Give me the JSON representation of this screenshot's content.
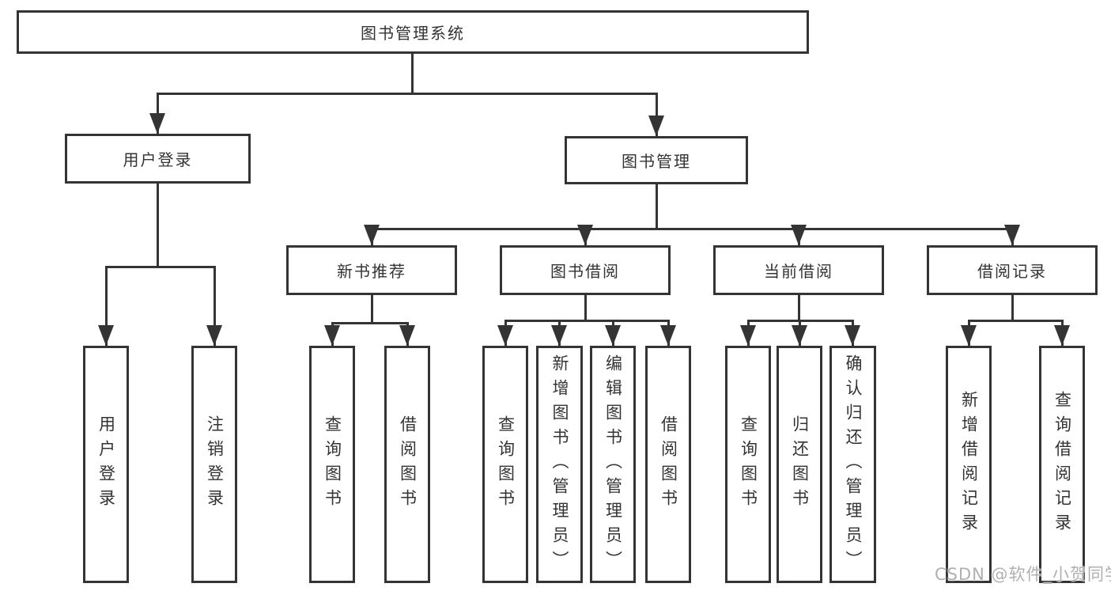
{
  "diagram": {
    "title": "图书管理系统",
    "branches": [
      {
        "label": "用户登录",
        "children": [
          {
            "label": "用户登录"
          },
          {
            "label": "注销登录"
          }
        ]
      },
      {
        "label": "图书管理",
        "children": [
          {
            "label": "新书推荐",
            "children": [
              {
                "label": "查询图书"
              },
              {
                "label": "借阅图书"
              }
            ]
          },
          {
            "label": "图书借阅",
            "children": [
              {
                "label": "查询图书"
              },
              {
                "label": "新增图书（管理员）"
              },
              {
                "label": "编辑图书（管理员）"
              },
              {
                "label": "借阅图书"
              }
            ]
          },
          {
            "label": "当前借阅",
            "children": [
              {
                "label": "查询图书"
              },
              {
                "label": "归还图书"
              },
              {
                "label": "确认归还（管理员）"
              }
            ]
          },
          {
            "label": "借阅记录",
            "children": [
              {
                "label": "新增借阅记录"
              },
              {
                "label": "查询借阅记录"
              }
            ]
          }
        ]
      }
    ]
  },
  "watermark": {
    "text": "CSDN @软件_小贺同学"
  },
  "colors": {
    "line": "#343434",
    "text": "#333333",
    "watermark": "#b0b0b0",
    "background": "#ffffff"
  }
}
